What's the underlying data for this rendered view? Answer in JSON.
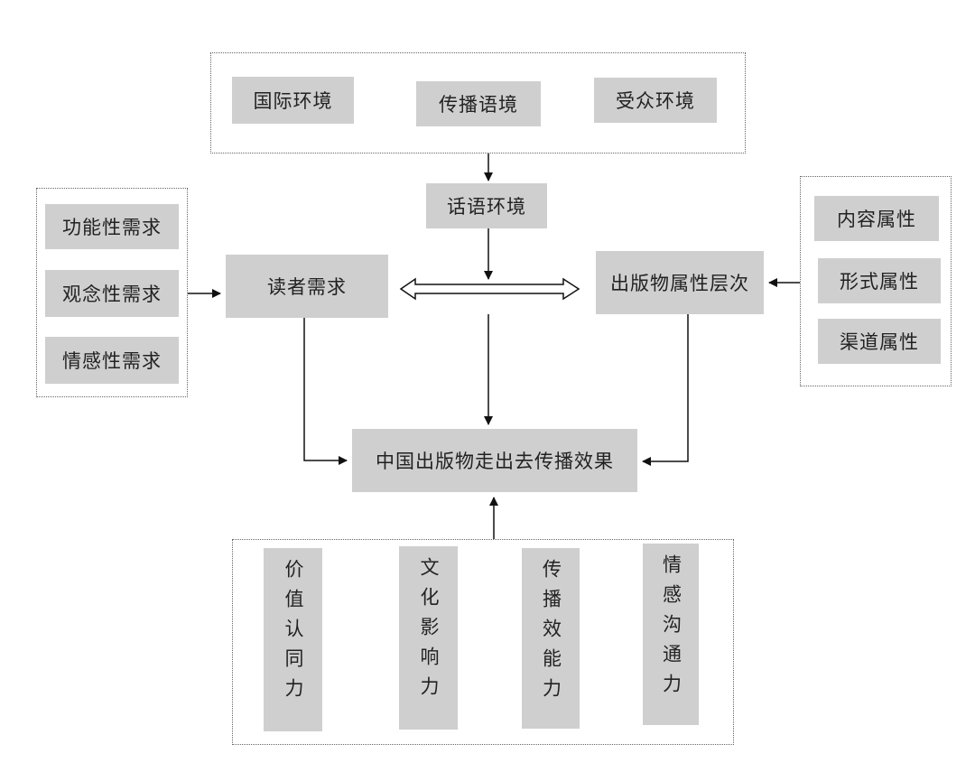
{
  "context": {
    "items": [
      "国际环境",
      "传播语境",
      "受众环境"
    ],
    "result": "话语环境"
  },
  "reader": {
    "needs": [
      "功能性需求",
      "观念性需求",
      "情感性需求"
    ],
    "label": "读者需求"
  },
  "publication": {
    "attributes": [
      "内容属性",
      "形式属性",
      "渠道属性"
    ],
    "label": "出版物属性层次"
  },
  "center": {
    "label": "中国出版物走出去传播效果"
  },
  "effects": {
    "items": [
      "价值认同力",
      "文化影响力",
      "传播效能力",
      "情感沟通力"
    ]
  }
}
